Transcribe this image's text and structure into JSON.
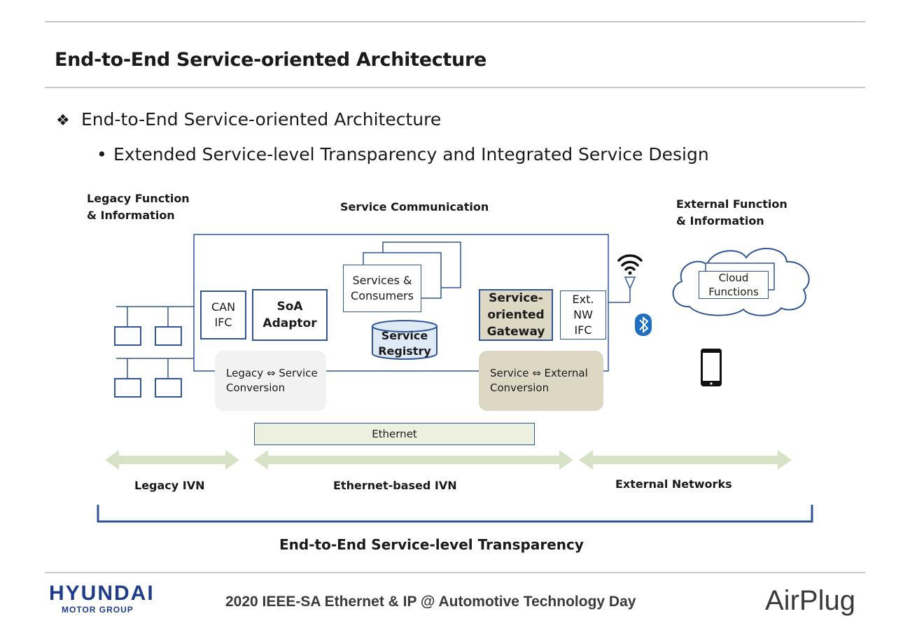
{
  "slide": {
    "title": "End-to-End Service-oriented Architecture",
    "bullet_marker": "❖",
    "bullet_1": "End-to-End Service-oriented Architecture",
    "sub_bullet_marker": "•",
    "bullet_2": "Extended Service-level Transparency and Integrated Service Design"
  },
  "diagram": {
    "legacy_label": [
      "Legacy Function",
      "& Information"
    ],
    "service_comm_label": "Service Communication",
    "external_label": [
      "External Function",
      "& Information"
    ],
    "can_ifc": [
      "CAN",
      "IFC"
    ],
    "soa_adaptor": [
      "SoA",
      "Adaptor"
    ],
    "services_consumers": [
      "Services &",
      "Consumers"
    ],
    "service_registry": [
      "Service",
      "Registry"
    ],
    "gateway": [
      "Service-",
      "oriented",
      "Gateway"
    ],
    "ext_nw_ifc": [
      "Ext.",
      "NW",
      "IFC"
    ],
    "cloud_functions": [
      "Cloud",
      "Functions"
    ],
    "legacy_conversion": [
      "Legacy ⇔ Service",
      "Conversion"
    ],
    "external_conversion": [
      "Service ⇔ External",
      "Conversion"
    ],
    "ethernet": "Ethernet",
    "arrows": [
      "Legacy IVN",
      "Ethernet-based IVN",
      "External Networks"
    ],
    "bracket_label": "End-to-End Service-level Transparency",
    "colors": {
      "border_blue": "#2f5597",
      "gray_box": "#f2f2f2",
      "tan_box": "#ddd8c4",
      "arrow_green": "#d6e2c4",
      "ethernet_fill": "#ebf1de",
      "registry_fill": "#deebf7",
      "bluetooth": "#1e6fc0"
    }
  },
  "footer": {
    "event": "2020 IEEE-SA Ethernet & IP @ Automotive Technology Day",
    "logo_left": "HYUNDAI",
    "logo_left_sub": "MOTOR GROUP",
    "logo_right": "AirPlug"
  },
  "icons": [
    "wifi-icon",
    "antenna-icon",
    "bluetooth-icon",
    "smartphone-icon",
    "cloud-icon"
  ]
}
